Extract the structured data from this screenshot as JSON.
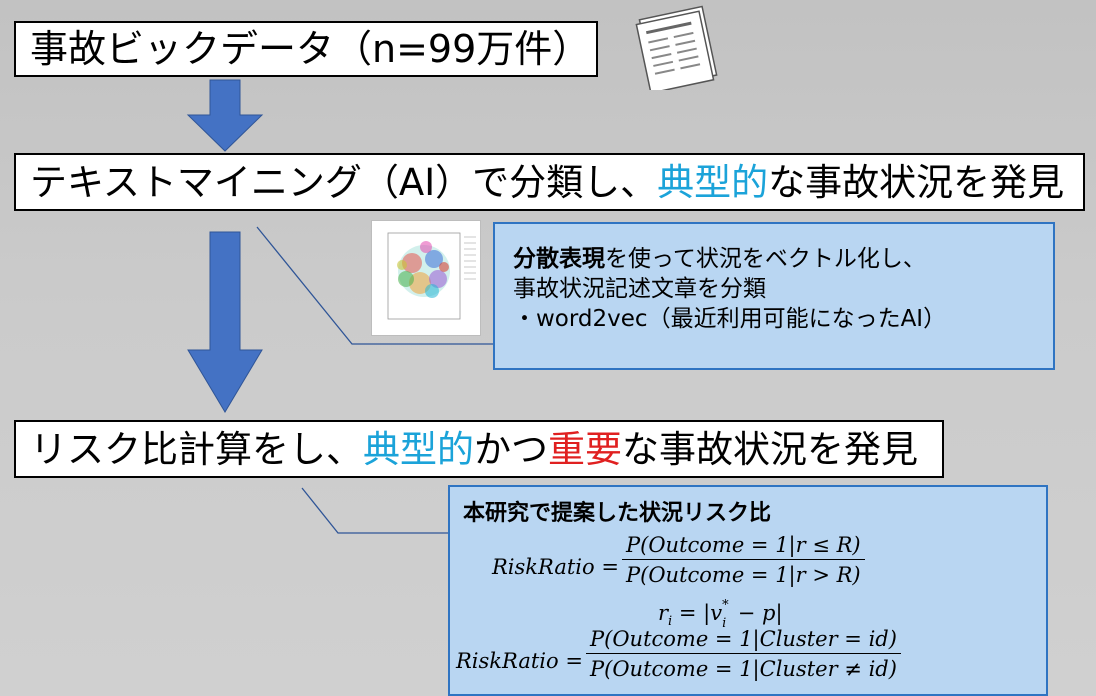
{
  "box1": {
    "text": "事故ビックデータ（n=99万件）"
  },
  "box2": {
    "part1": "テキストマイニング（AI）で分類し、",
    "highlight": "典型的",
    "part2": "な事故状況を発見"
  },
  "info1": {
    "bold": "分散表現",
    "line1_rest": "を使って状況をベクトル化し、",
    "line2": "事故状況記述文章を分類",
    "line3": "・word2vec（最近利用可能になったAI）"
  },
  "box3": {
    "part1": "リスク比計算をし、",
    "highlight_cyan": "典型的",
    "part2": "かつ",
    "highlight_red": "重要",
    "part3": "な事故状況を発見"
  },
  "info2": {
    "heading": "本研究で提案した状況リスク比",
    "f1_lhs": "RiskRatio =",
    "f1_num": "P(Outcome = 1|r ≤ R)",
    "f1_den": "P(Outcome = 1|r > R)",
    "f2": "r",
    "f2_sub": "i",
    "f2_rhs": " = |v",
    "f2_sup": "*",
    "f2_sub2": "i",
    "f2_end": " − p|",
    "f3_lhs": "RiskRatio =",
    "f3_num": "P(Outcome = 1|Cluster = id)",
    "f3_den": "P(Outcome = 1|Cluster ≠ id)"
  },
  "colors": {
    "arrow": "#4472c4",
    "cyan": "#1ba3d9",
    "red": "#e02020",
    "info_fill": "#b9d6f2",
    "info_border": "#2f74c2"
  },
  "icons": [
    "newspaper-icon",
    "scatter-plot-thumbnail"
  ]
}
